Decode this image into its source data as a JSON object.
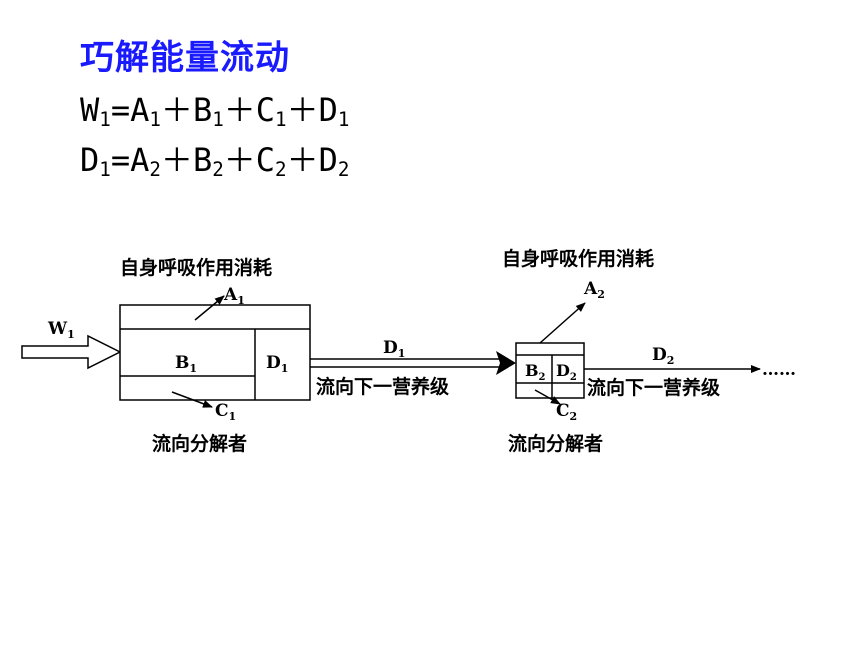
{
  "title": "巧解能量流动",
  "formulas": [
    {
      "lhs": "W",
      "lhs_sub": "1",
      "terms": [
        {
          "v": "A",
          "s": "1"
        },
        {
          "v": "B",
          "s": "1"
        },
        {
          "v": "C",
          "s": "1"
        },
        {
          "v": "D",
          "s": "1"
        }
      ]
    },
    {
      "lhs": "D",
      "lhs_sub": "1",
      "terms": [
        {
          "v": "A",
          "s": "2"
        },
        {
          "v": "B",
          "s": "2"
        },
        {
          "v": "C",
          "s": "2"
        },
        {
          "v": "D",
          "s": "2"
        }
      ]
    }
  ],
  "diagram": {
    "input": {
      "v": "W",
      "s": "1"
    },
    "level1": {
      "respiration_label": "自身呼吸作用消耗",
      "respiration": {
        "v": "A",
        "s": "1"
      },
      "storage": {
        "v": "B",
        "s": "1"
      },
      "next": {
        "v": "D",
        "s": "1"
      },
      "decomposer": {
        "v": "C",
        "s": "1"
      },
      "decomposer_label": "流向分解者",
      "next_label": "流向下一营养级"
    },
    "level2": {
      "respiration_label": "自身呼吸作用消耗",
      "respiration": {
        "v": "A",
        "s": "2"
      },
      "storage": {
        "v": "B",
        "s": "2"
      },
      "next": {
        "v": "D",
        "s": "2"
      },
      "decomposer": {
        "v": "C",
        "s": "2"
      },
      "decomposer_label": "流向分解者",
      "next_label": "流向下一营养级",
      "ellipsis": "……"
    }
  }
}
